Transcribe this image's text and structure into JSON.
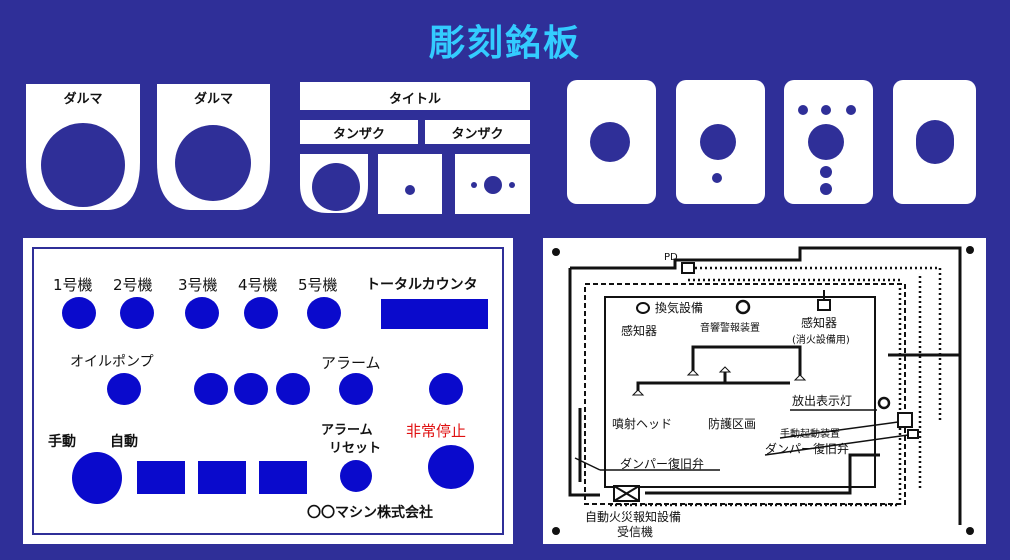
{
  "title": "彫刻銘板",
  "plates": {
    "daruma_1": "ダルマ",
    "daruma_2": "ダルマ",
    "title_plate": "タイトル",
    "tanzaku_1": "タンザク",
    "tanzaku_2": "タンザク"
  },
  "panel": {
    "machine_1": "1号機",
    "machine_2": "2号機",
    "machine_3": "3号機",
    "machine_4": "4号機",
    "machine_5": "5号機",
    "total_counter": "トータルカウンタ",
    "oil_pump": "オイルポンプ",
    "alarm": "アラーム",
    "manual": "手動",
    "auto": "自動",
    "alarm_reset_1": "アラーム",
    "alarm_reset_2": "リセット",
    "emergency_stop": "非常停止",
    "company": "〇〇マシン株式会社"
  },
  "diagram": {
    "pd": "PD",
    "ventilation": "換気設備",
    "sensor_1": "感知器",
    "sound_alarm": "音響警報装置",
    "sensor_2": "感知器",
    "extinguisher_note": "(消火設備用)",
    "spray_head": "噴射ヘッド",
    "protect_zone": "防護区画",
    "discharge_lamp": "放出表示灯",
    "manual_start": "手動起動装置",
    "damper_1": "ダンパー復旧弁",
    "damper_2": "ダンパー復旧弁",
    "fire_alarm_1": "自動火災報知設備",
    "fire_alarm_2": "受信機"
  },
  "colors": {
    "background": "#2f2f98",
    "title": "#33ccff",
    "button": "#0a0acc",
    "emergency": "#e01010"
  }
}
